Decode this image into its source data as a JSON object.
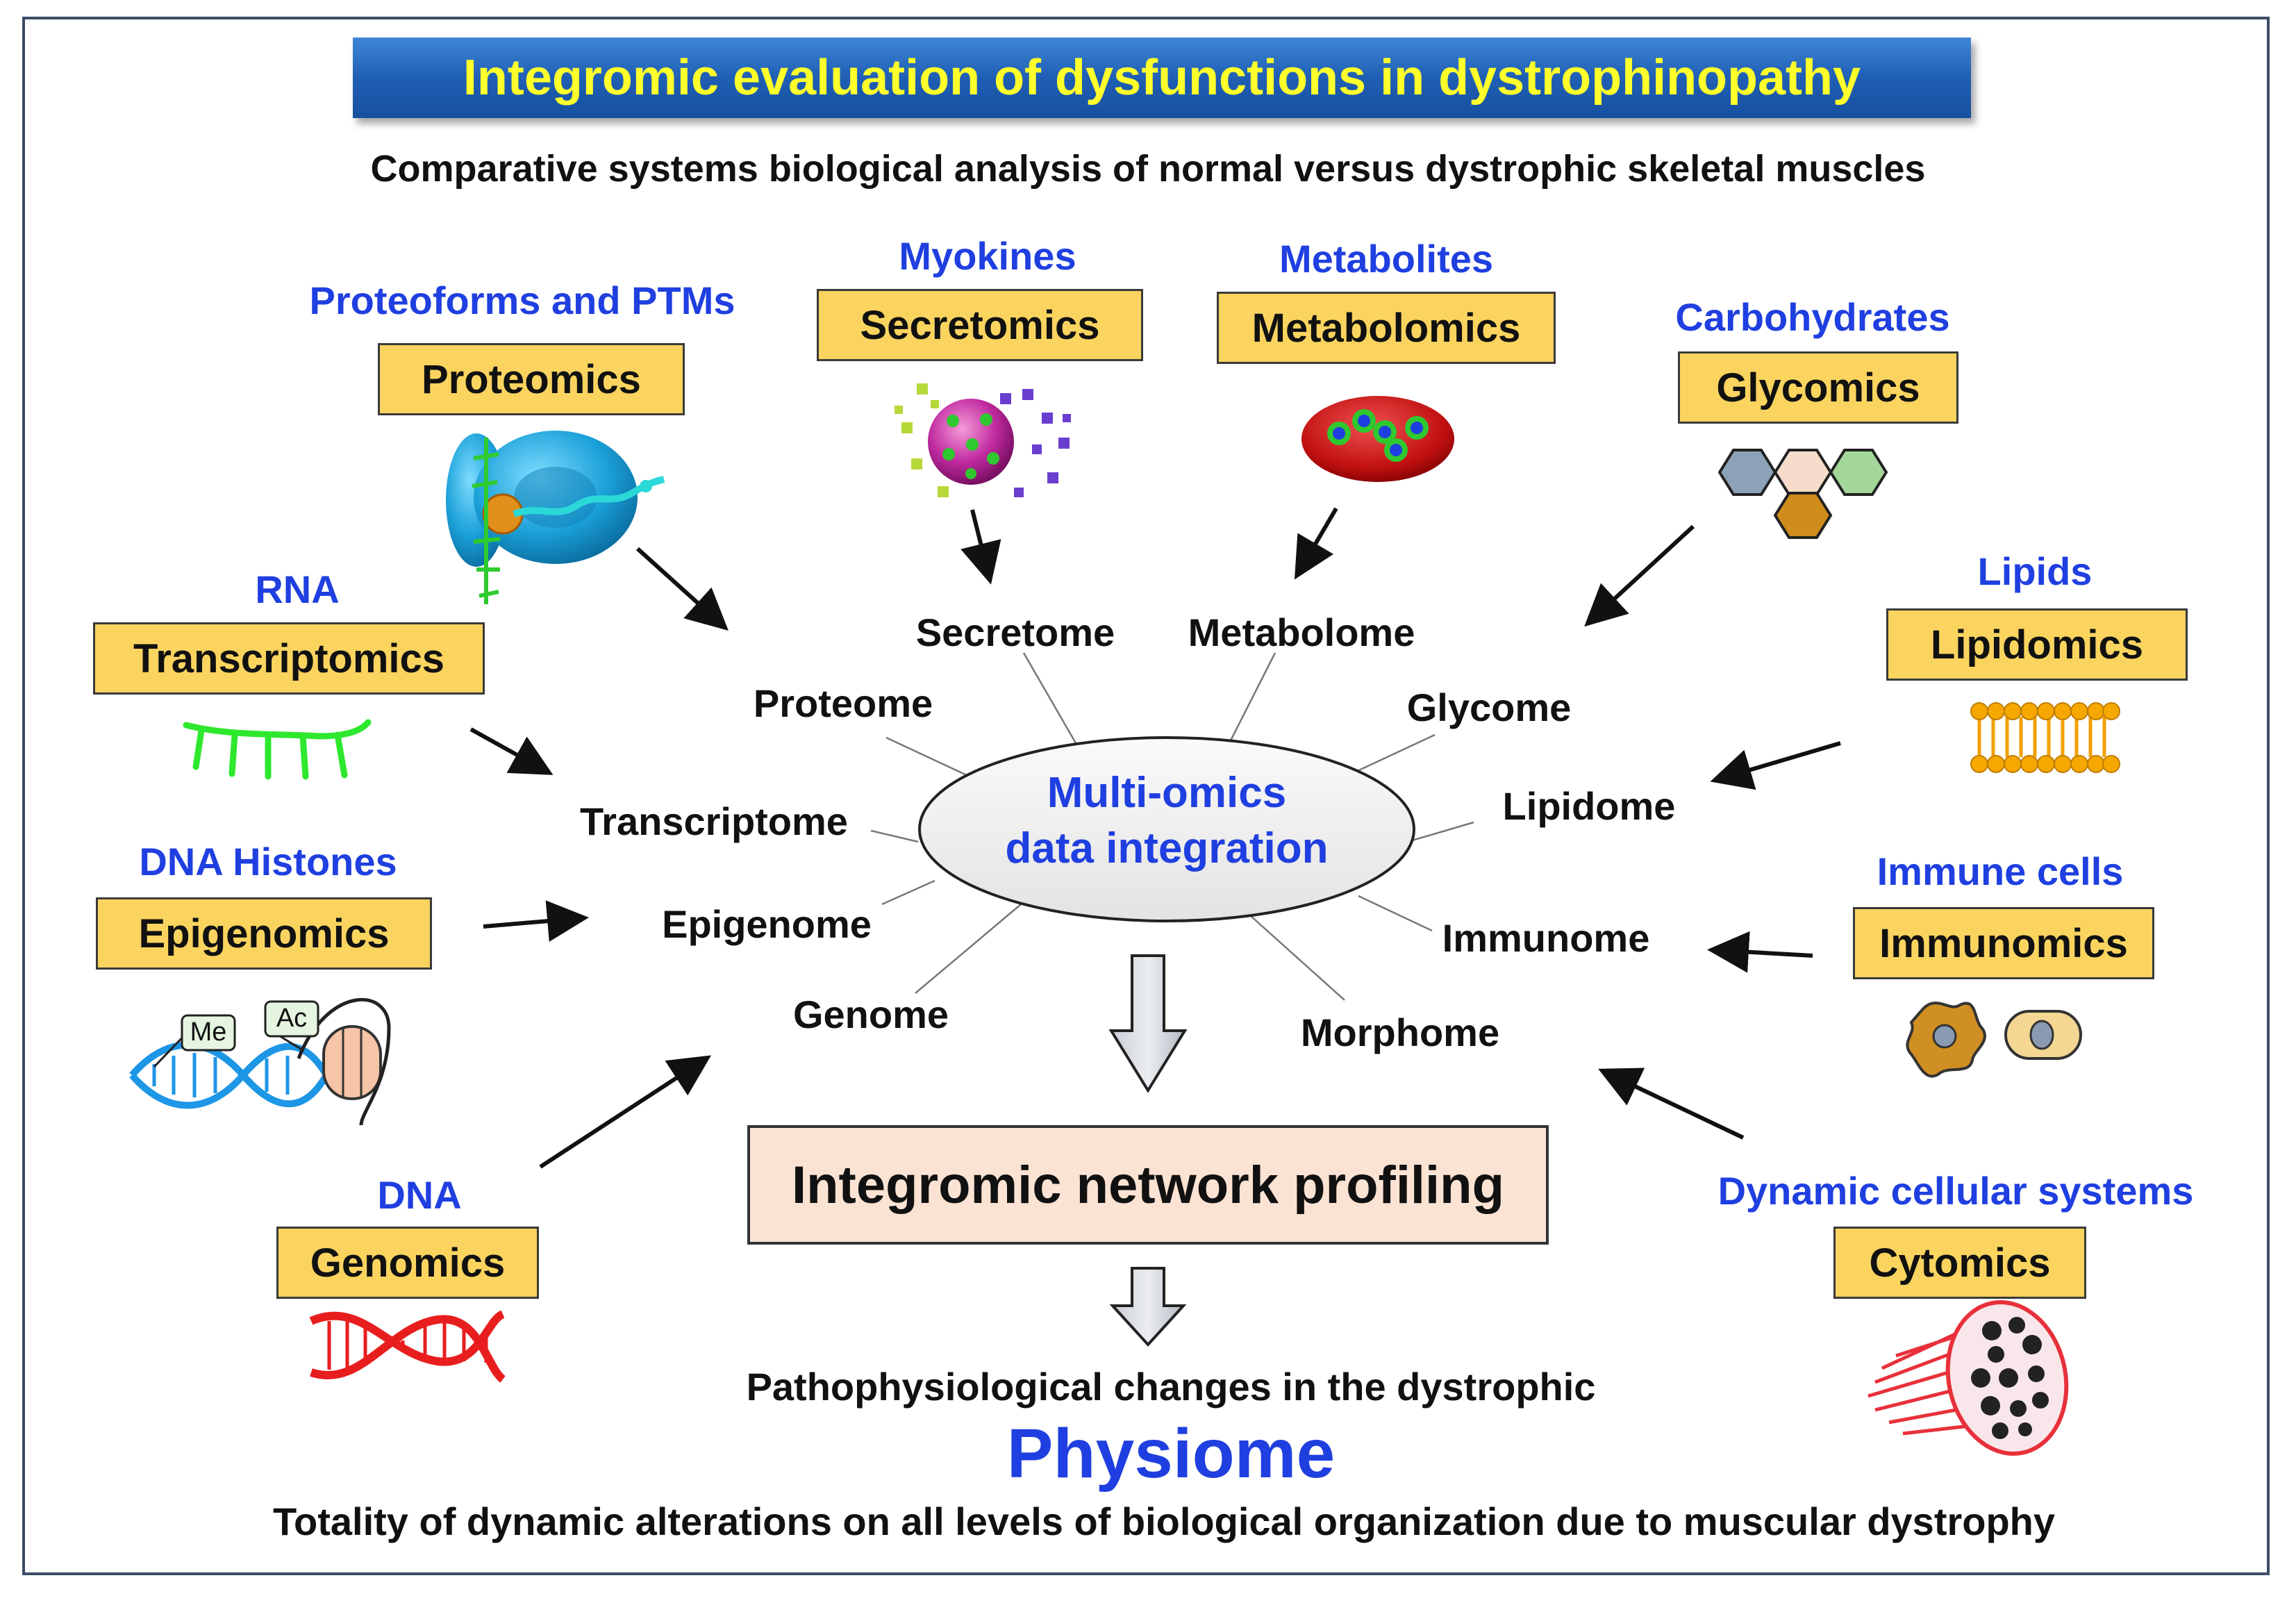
{
  "title": "Integromic evaluation of dysfunctions in dystrophinopathy",
  "subtitle": "Comparative systems biological analysis of normal versus dystrophic skeletal muscles",
  "center": {
    "line1": "Multi-omics",
    "line2": "data integration"
  },
  "omics_fields": [
    {
      "category": "Proteoforms and PTMs",
      "method": "Proteomics",
      "icon": "protein-icon"
    },
    {
      "category": "Myokines",
      "method": "Secretomics",
      "icon": "myokine-secretion-icon"
    },
    {
      "category": "Metabolites",
      "method": "Metabolomics",
      "icon": "metabolite-cell-icon"
    },
    {
      "category": "Carbohydrates",
      "method": "Glycomics",
      "icon": "hexagon-glycan-icon"
    },
    {
      "category": "RNA",
      "method": "Transcriptomics",
      "icon": "rna-strand-icon"
    },
    {
      "category": "Lipids",
      "method": "Lipidomics",
      "icon": "lipid-bilayer-icon"
    },
    {
      "category": "DNA Histones",
      "method": "Epigenomics",
      "icon": "dna-histone-icon",
      "tags": [
        "Me",
        "Ac"
      ]
    },
    {
      "category": "Immune cells",
      "method": "Immunomics",
      "icon": "immune-cells-icon"
    },
    {
      "category": "DNA",
      "method": "Genomics",
      "icon": "dna-helix-icon"
    },
    {
      "category": "Dynamic cellular systems",
      "method": "Cytomics",
      "icon": "muscle-fiber-icon"
    }
  ],
  "omes": {
    "secretome": "Secretome",
    "metabolome": "Metabolome",
    "proteome": "Proteome",
    "glycome": "Glycome",
    "transcriptome": "Transcriptome",
    "lipidome": "Lipidome",
    "epigenome": "Epigenome",
    "immunome": "Immunome",
    "genome": "Genome",
    "morphome": "Morphome"
  },
  "network_profiling": "Integromic network profiling",
  "outcome": {
    "line1": "Pathophysiological changes in the dystrophic",
    "physiome": "Physiome",
    "line2": "Totality of dynamic alterations on all levels of biological organization due to muscular dystrophy"
  },
  "colors": {
    "title_bar": "#1f5fb4",
    "title_text": "#ffff2b",
    "category_text": "#1f3fe0",
    "method_box": "#fad45f",
    "network_box": "#fbe3d3",
    "center_ellipse": "#eeeeee"
  }
}
